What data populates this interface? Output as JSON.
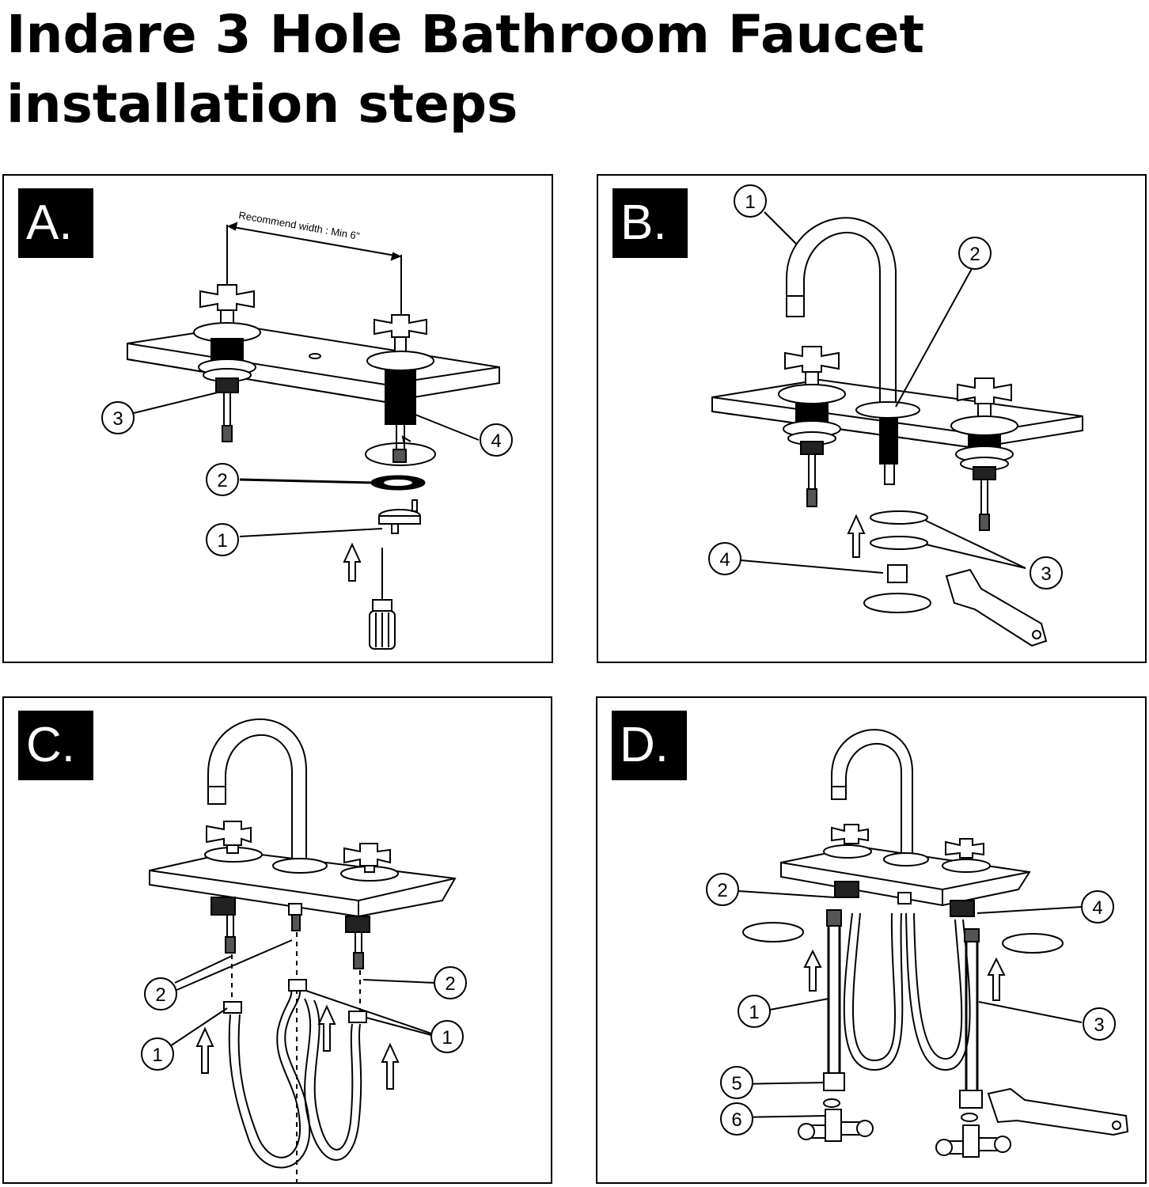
{
  "title": {
    "line1": "Indare 3 Hole Bathroom Faucet",
    "line2": "installation steps"
  },
  "panels": {
    "a": {
      "label": "A.",
      "note": "Recommend width : Min 6\"",
      "callouts": [
        "1",
        "2",
        "3",
        "4"
      ]
    },
    "b": {
      "label": "B.",
      "callouts": [
        "1",
        "2",
        "3",
        "4"
      ]
    },
    "c": {
      "label": "C.",
      "callouts": [
        "1",
        "1",
        "2",
        "2"
      ]
    },
    "d": {
      "label": "D.",
      "callouts": [
        "1",
        "2",
        "3",
        "4",
        "5",
        "6"
      ]
    }
  },
  "icons": [
    "cross-handle-icon",
    "screwdriver-icon",
    "wrench-icon",
    "rotate-arrow-icon",
    "up-arrow-icon",
    "spout-icon",
    "hose-icon",
    "angle-valve-icon"
  ],
  "colors": {
    "ink": "#000000",
    "paper": "#ffffff"
  }
}
